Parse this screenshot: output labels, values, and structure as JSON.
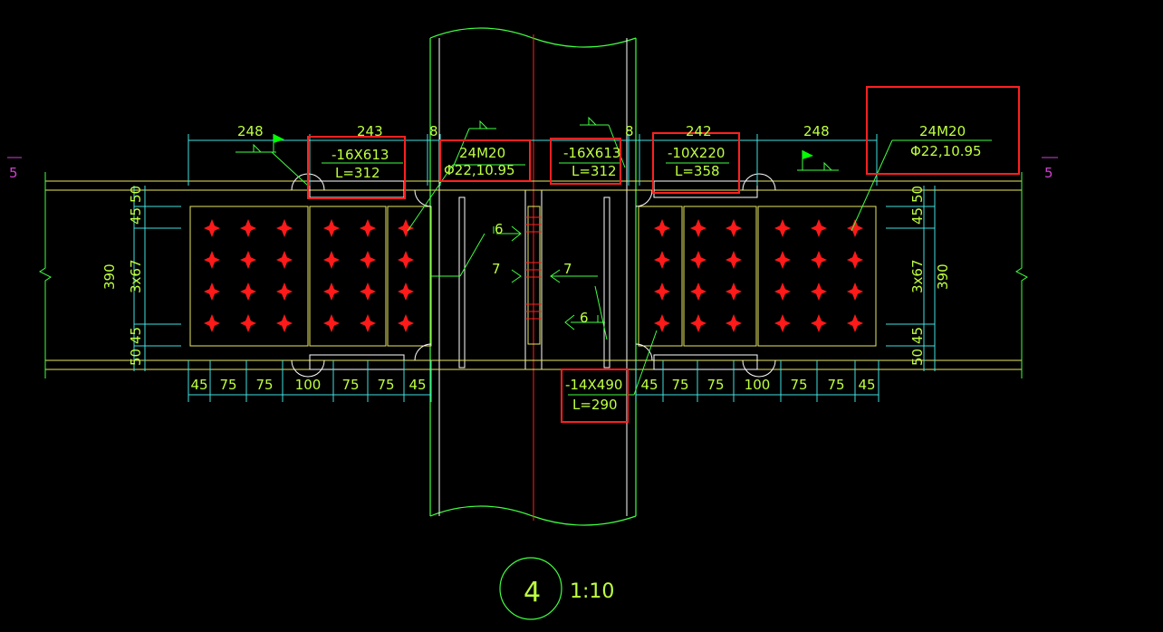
{
  "colors": {
    "background": "#000000",
    "beam": "#e8e860",
    "column": "#ffffff",
    "column_outline": "#40ff40",
    "dimension": "#40e0e0",
    "text": "#bfff40",
    "bolt": "#ff1a1a",
    "highlight": "#ff2020",
    "section_mark": "#d040d0",
    "centerline": "#ff2020",
    "weld_flag": "#00ff00"
  },
  "section_marks": {
    "left": "5",
    "right": "5"
  },
  "plate_labels": {
    "flange_left": {
      "spec": "-16X613",
      "length": "L=312"
    },
    "bolts_left": {
      "count": "24M20",
      "hole": "Φ22,10.95"
    },
    "flange_center": {
      "spec": "-16X613",
      "length": "L=312"
    },
    "flange_right": {
      "spec": "-10X220",
      "length": "L=358"
    },
    "bolts_right": {
      "count": "24M20",
      "hole": "Φ22,10.95"
    },
    "web_plate": {
      "spec": "-14X490",
      "length": "L=290"
    }
  },
  "top_dims": {
    "left_outer": "248",
    "left_inner": "243",
    "left_gap": "8",
    "right_gap": "8",
    "right_inner": "242",
    "right_outer": "248"
  },
  "bottom_dims_left": [
    "45",
    "75",
    "75",
    "100",
    "75",
    "75",
    "45"
  ],
  "bottom_dims_right": [
    "45",
    "75",
    "75",
    "100",
    "75",
    "75",
    "45"
  ],
  "vertical_dims": {
    "total": "390",
    "top_a": "50",
    "top_b": "45",
    "middle": "3x67",
    "bottom_b": "45",
    "bottom_a": "50"
  },
  "welds": {
    "upper": "6",
    "middle_left": "7",
    "middle_right": "7",
    "lower": "6"
  },
  "detail": {
    "number": "4",
    "scale": "1:10"
  }
}
